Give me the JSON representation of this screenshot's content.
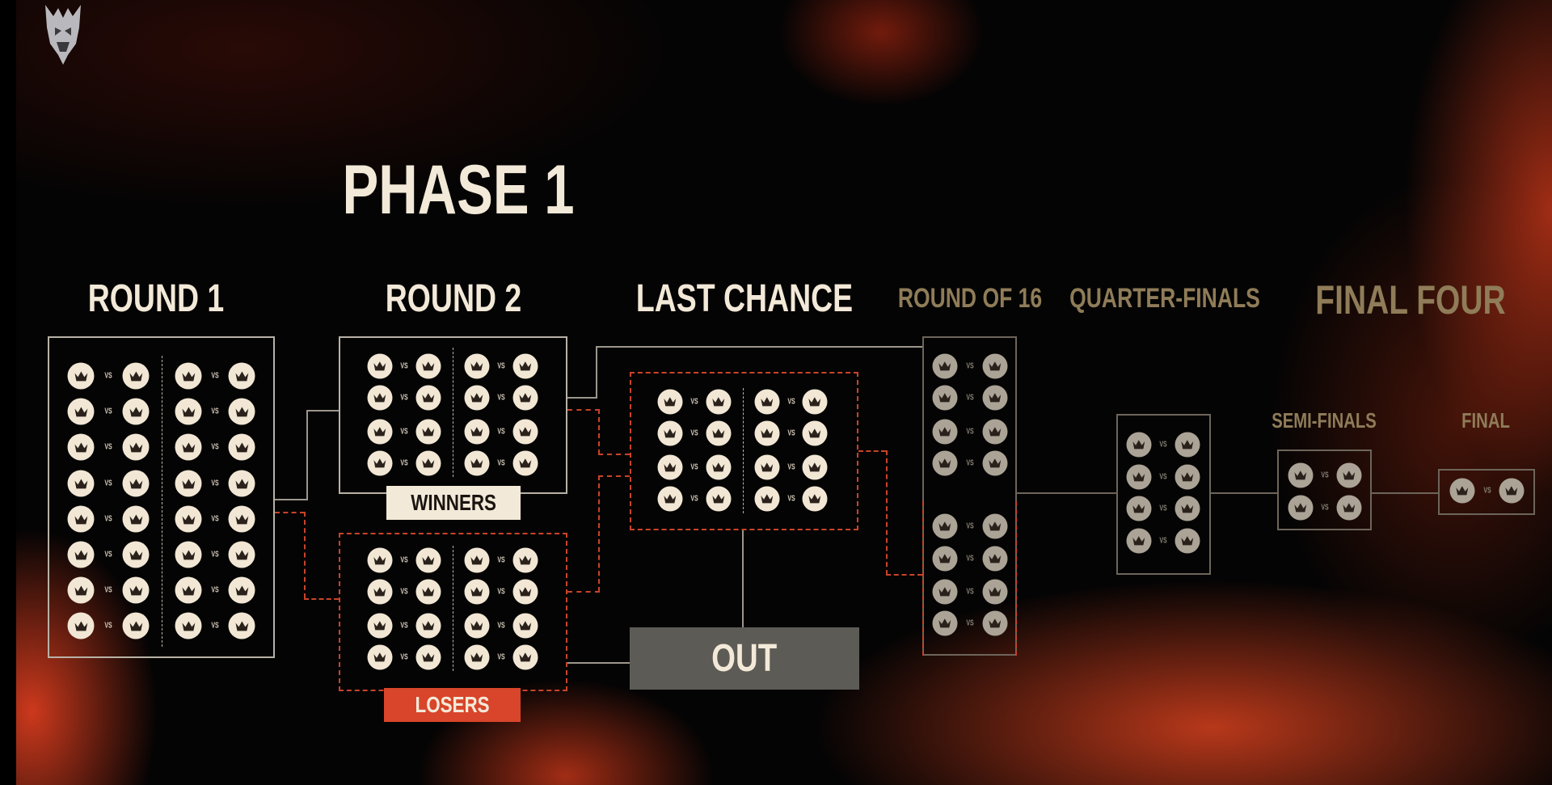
{
  "logo": "ogre-mask-logo",
  "phase_title": "PHASE 1",
  "stages": {
    "round1": "ROUND 1",
    "round2": "ROUND 2",
    "last_chance": "LAST CHANCE",
    "round_of_16": "ROUND OF 16",
    "quarter_finals": "QUARTER-FINALS",
    "final_four": "FINAL FOUR",
    "semi_finals": "SEMI-FINALS",
    "final": "FINAL"
  },
  "vs_label": "VS",
  "winners_label": "WINNERS",
  "losers_label": "LOSERS",
  "out_label": "OUT",
  "team_icon": "crown-icon",
  "match_counts": {
    "round1": 16,
    "winners": 8,
    "losers": 8,
    "last_chance": 8,
    "round_of_16": 8,
    "quarter_finals": 4,
    "semi_finals": 2,
    "final": 1
  },
  "colors": {
    "cream": "#f3e9d8",
    "accent_red": "#d8452a",
    "dim_gold": "#8f7c58",
    "out_gray": "#5c5b56"
  }
}
